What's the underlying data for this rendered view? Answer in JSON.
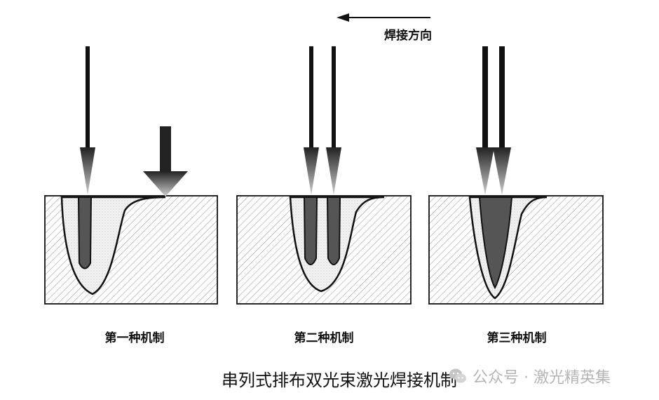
{
  "direction_label": "焊接方向",
  "mechanisms": [
    {
      "label": "第一种机制"
    },
    {
      "label": "第二种机制"
    },
    {
      "label": "第三种机制"
    }
  ],
  "caption": "串列式排布双光束激光焊接机制",
  "watermark": "公众号 · 激光精英集",
  "colors": {
    "ink": "#111111",
    "keyhole": "#555555",
    "melt_pool": "#ececec",
    "hatch": "#9a9a9a",
    "watermark": "#b5b5b5"
  },
  "icons": {
    "watermark_logo": "wechat-icon"
  }
}
